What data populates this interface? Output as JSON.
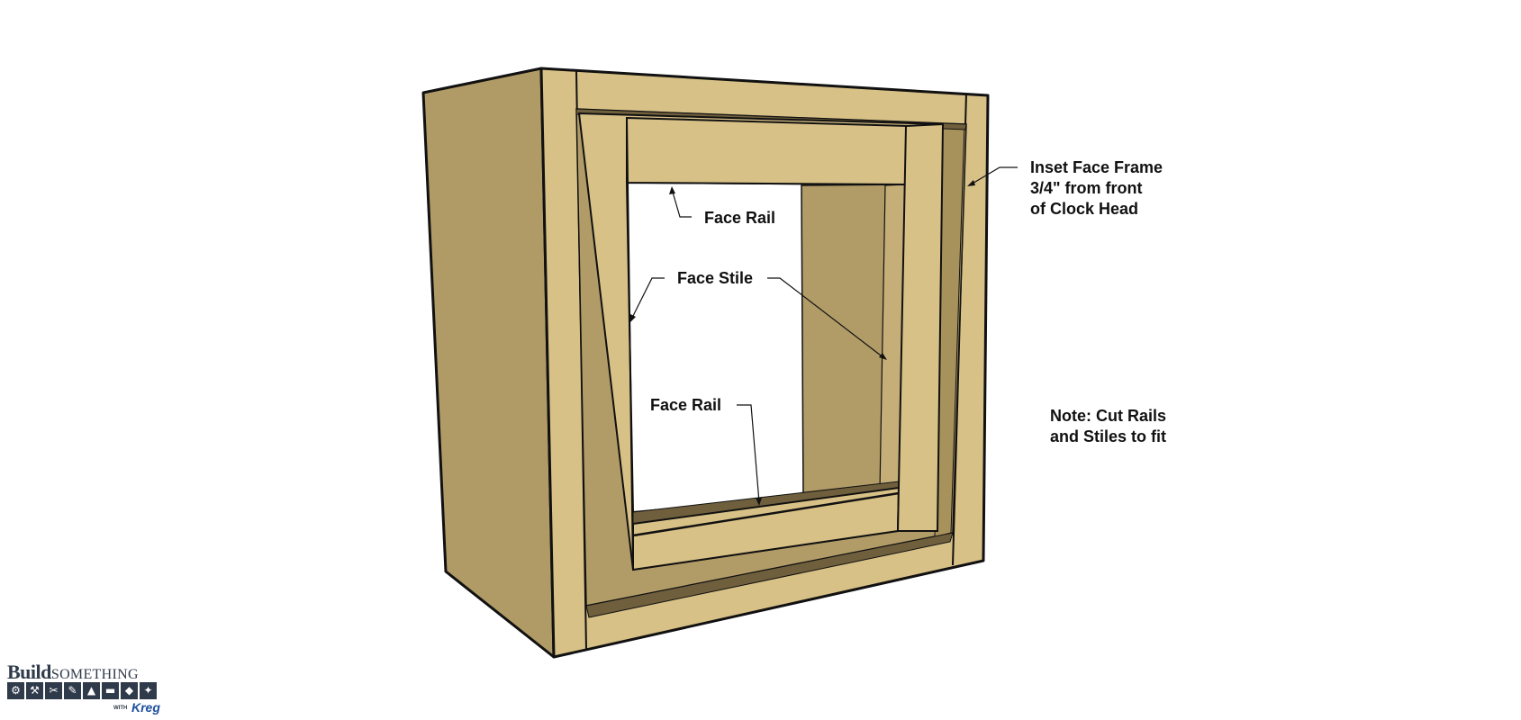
{
  "labels": {
    "face_rail_top": "Face Rail",
    "face_stile": "Face Stile",
    "face_rail_bottom": "Face Rail",
    "inset_line1": "Inset Face Frame",
    "inset_line2": "3/4\" from front",
    "inset_line3": "of Clock Head",
    "note_line1": "Note: Cut Rails",
    "note_line2": "and Stiles to fit"
  },
  "logo": {
    "build": "Build",
    "something": "SOMETHING",
    "with": "WITH",
    "brand": "Kreg",
    "tool_icons": [
      "gear-icon",
      "hammer-icon",
      "saw-icon",
      "drill-icon",
      "paint-icon",
      "ruler-icon",
      "clamp-icon",
      "wrench-icon"
    ]
  },
  "colors": {
    "wood_light": "#d8c187",
    "wood_side": "#b09b66",
    "wood_interior": "#b19c68",
    "wood_inner_side": "#c5ae78",
    "wood_shadow": "#6f5f3d",
    "outline": "#111111",
    "logo_dark": "#2f3a4a",
    "logo_brand": "#1e4f9c"
  }
}
